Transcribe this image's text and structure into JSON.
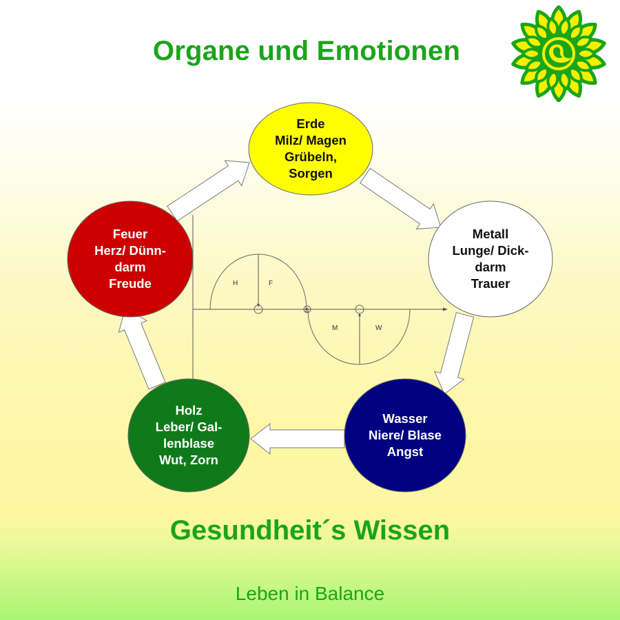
{
  "title": "Organe und Emotionen",
  "subtitle": "Gesundheit´s Wissen",
  "tagline": "Leben in Balance",
  "logo": {
    "icon": "sunflower-yin-yang-icon",
    "colors": {
      "petal": "#f5f000",
      "outline": "#1aa51a"
    }
  },
  "colors": {
    "text_green": "#1aa51a",
    "arrow_fill": "#ffffff",
    "arrow_stroke": "#777777"
  },
  "elements": [
    {
      "id": "erde",
      "lines": [
        "Erde",
        "Milz/ Magen",
        "Grübeln,",
        "Sorgen"
      ],
      "fill": "#ffff00",
      "text_color": "#111111"
    },
    {
      "id": "metall",
      "lines": [
        "Metall",
        "Lunge/ Dick-",
        "darm",
        "Trauer"
      ],
      "fill": "#ffffff",
      "text_color": "#111111"
    },
    {
      "id": "wasser",
      "lines": [
        "Wasser",
        "Niere/ Blase",
        "Angst"
      ],
      "fill": "#000080",
      "text_color": "#ffffff"
    },
    {
      "id": "holz",
      "lines": [
        "Holz",
        "Leber/ Gal-",
        "lenblase",
        "Wut, Zorn"
      ],
      "fill": "#0f7a1a",
      "text_color": "#ffffff"
    },
    {
      "id": "feuer",
      "lines": [
        "Feuer",
        "Herz/ Dünn-",
        "darm",
        "Freude"
      ],
      "fill": "#cc0000",
      "text_color": "#ffffff"
    }
  ],
  "cycle_arrows": [
    {
      "from": "feuer",
      "to": "erde"
    },
    {
      "from": "erde",
      "to": "metall"
    },
    {
      "from": "metall",
      "to": "wasser"
    },
    {
      "from": "wasser",
      "to": "holz"
    },
    {
      "from": "holz",
      "to": "feuer"
    }
  ],
  "wave": {
    "labels": {
      "h": "H",
      "f": "F",
      "e": "E",
      "m": "M",
      "w": "W"
    }
  }
}
